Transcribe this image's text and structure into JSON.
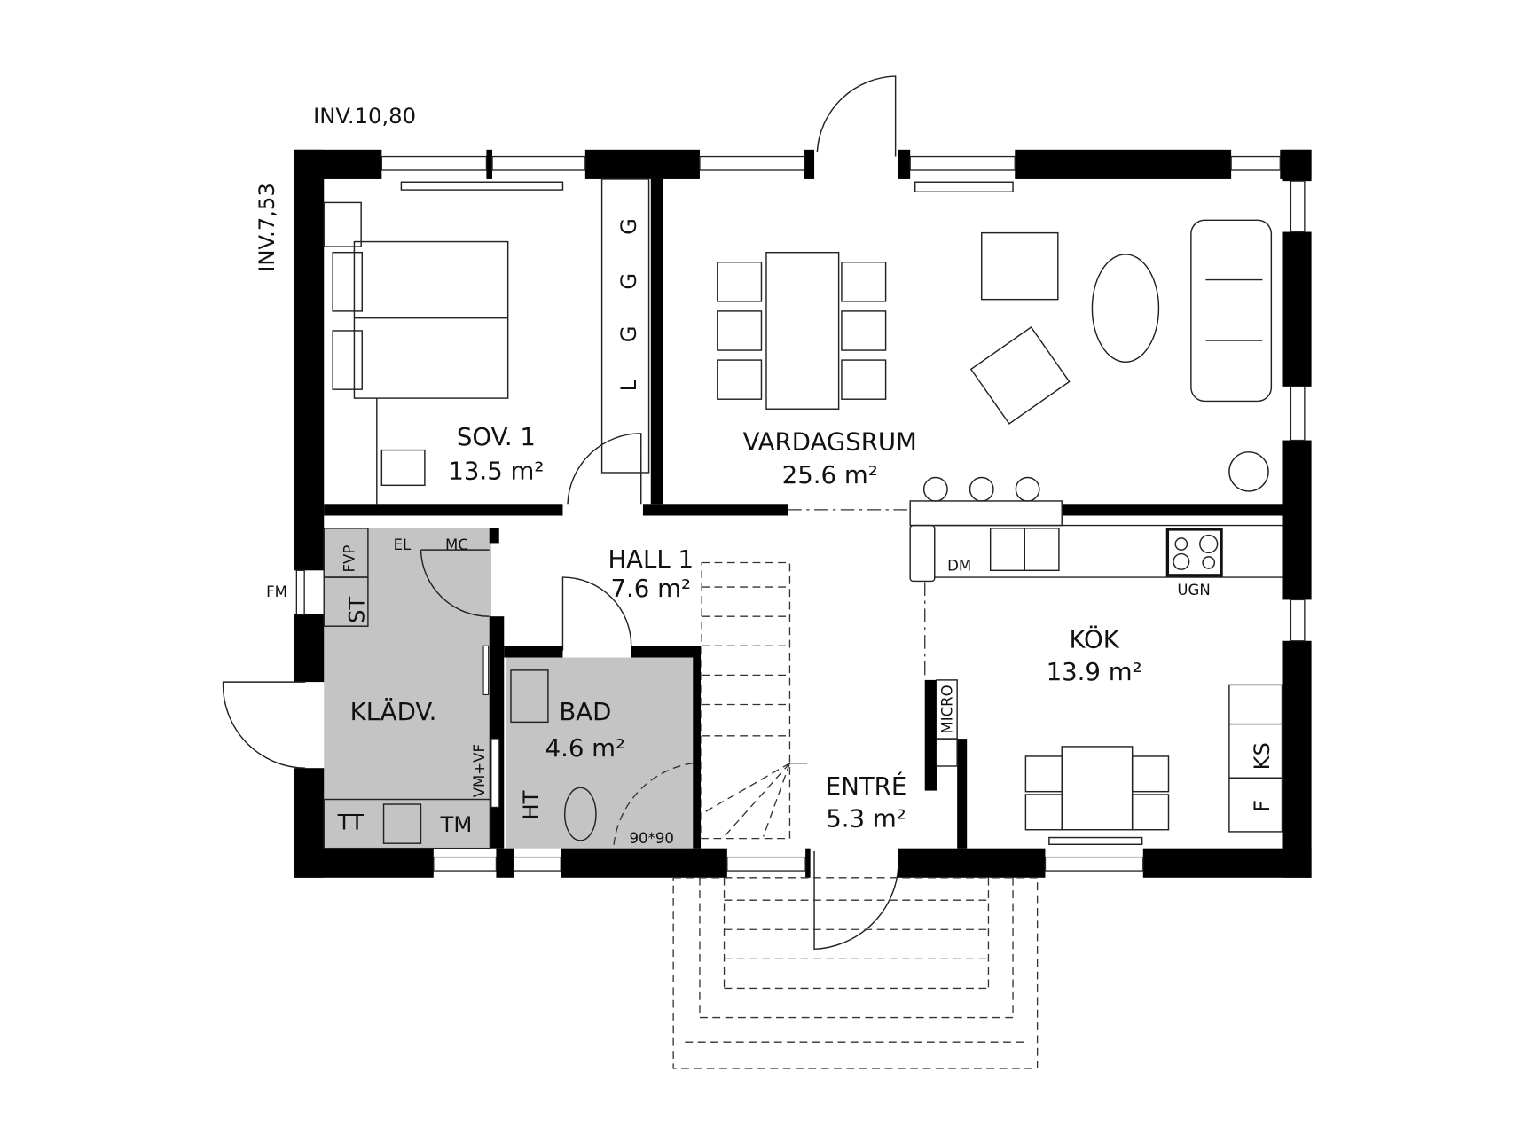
{
  "annotations": {
    "width_dim": "INV.10,80",
    "depth_dim": "INV.7,53"
  },
  "rooms": {
    "sov1": {
      "name": "SOV. 1",
      "area": "13.5 m²"
    },
    "vardagsrum": {
      "name": "VARDAGSRUM",
      "area": "25.6 m²"
    },
    "hall1": {
      "name": "HALL 1",
      "area": "7.6 m²"
    },
    "kok": {
      "name": "KÖK",
      "area": "13.9 m²"
    },
    "kladv": {
      "name": "KLÄDV."
    },
    "bad": {
      "name": "BAD",
      "area": "4.6 m²"
    },
    "entre": {
      "name": "ENTRÉ",
      "area": "5.3 m²"
    }
  },
  "fixtures": {
    "wardrobe": [
      "G",
      "G",
      "G",
      "L"
    ],
    "fvp": "FVP",
    "st": "ST",
    "el": "EL",
    "mc": "MC",
    "fm": "FM",
    "tt": "TT",
    "tm": "TM",
    "vmvf": "VM+VF",
    "ht": "HT",
    "shower": "90*90",
    "dm": "DM",
    "ugn": "UGN",
    "micro": "MICRO",
    "ks": "KS",
    "f": "F"
  },
  "colors": {
    "wall": "#000000",
    "wet_room": "#c4c4c4"
  }
}
